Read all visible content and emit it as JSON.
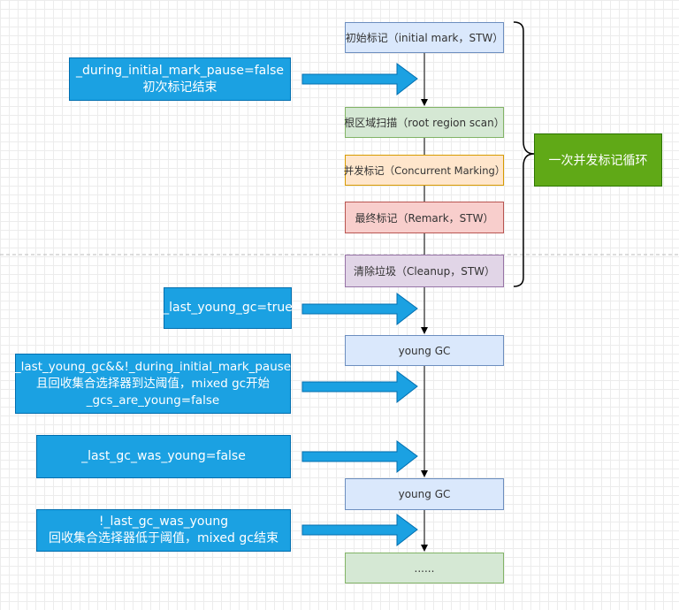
{
  "steps": {
    "initial_mark": "初始标记（initial mark，STW）",
    "root_region_scan": "根区域扫描（root region scan）",
    "concurrent_marking": "并发标记（Concurrent Marking）",
    "remark": "最终标记（Remark，STW）",
    "cleanup": "清除垃圾（Cleanup，STW）",
    "young_gc_1": "young GC",
    "young_gc_2": "young GC",
    "ellipsis": "......"
  },
  "cycle_label": "一次并发标记循环",
  "notes": {
    "initial_mark_end": {
      "line1": "_during_initial_mark_pause=false",
      "line2": "初次标记结束"
    },
    "last_young_gc": {
      "line1": "_last_young_gc=true"
    },
    "mixed_gc_start": {
      "line1": "_last_young_gc&&!_during_initial_mark_pause",
      "line2": "且回收集合选择器到达阈值，mixed gc开始",
      "line3": "_gcs_are_young=false"
    },
    "last_gc_was_young_false": {
      "line1": "_last_gc_was_young=false"
    },
    "mixed_gc_end": {
      "line1": "!_last_gc_was_young",
      "line2": "回收集合选择器低于阈值，mixed gc结束"
    }
  },
  "colors": {
    "note_fill": "#1ba1e2",
    "cycle_fill": "#60a917",
    "connector": "#000000"
  }
}
